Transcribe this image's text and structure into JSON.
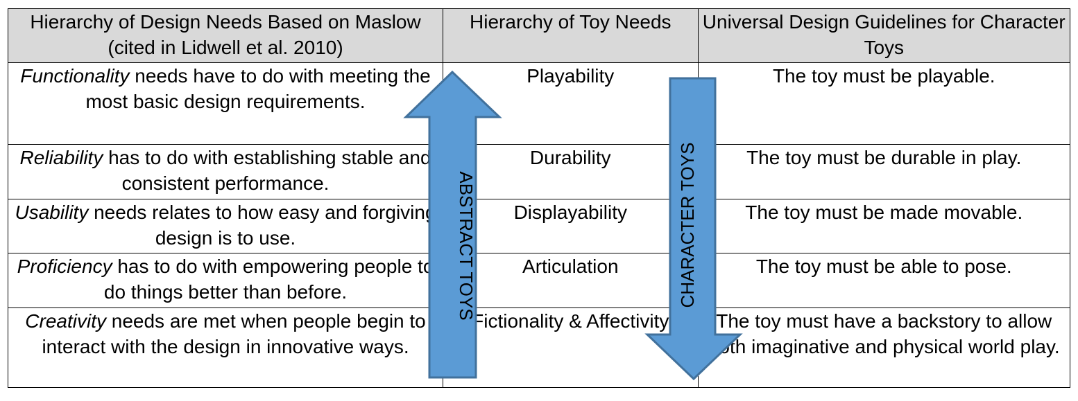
{
  "headers": [
    "Hierarchy of Design Needs Based on Maslow (cited in Lidwell et al. 2010)",
    "Hierarchy of Toy Needs",
    "Universal Design Guidelines for Character Toys"
  ],
  "rows": [
    {
      "term": "Functionality",
      "desc": " needs have to do with meeting the most basic design requirements.",
      "toy_need": "Playability",
      "guideline": "The toy must be playable."
    },
    {
      "term": "Reliability",
      "desc": " has to do with establishing stable and consistent performance.",
      "toy_need": "Durability",
      "guideline": "The toy must be durable in play."
    },
    {
      "term": "Usability",
      "desc": " needs relates to how easy and forgiving design is to use.",
      "toy_need": "Displayability",
      "guideline": "The toy must be made movable."
    },
    {
      "term": "Proficiency",
      "desc": " has to do with empowering people to do things better than before.",
      "toy_need": "Articulation",
      "guideline": "The toy must be able to pose."
    },
    {
      "term": "Creativity",
      "desc": " needs are met when people begin to interact with the design in innovative ways.",
      "toy_need": "Fictionality & Affectivity",
      "guideline": "The toy must have a backstory to allow both imaginative and physical world play."
    }
  ],
  "arrows": {
    "up_label": "ABSTRACT TOYS",
    "down_label": "CHARACTER TOYS",
    "fill_color": "#5b9bd5",
    "stroke_color": "#41719c"
  }
}
